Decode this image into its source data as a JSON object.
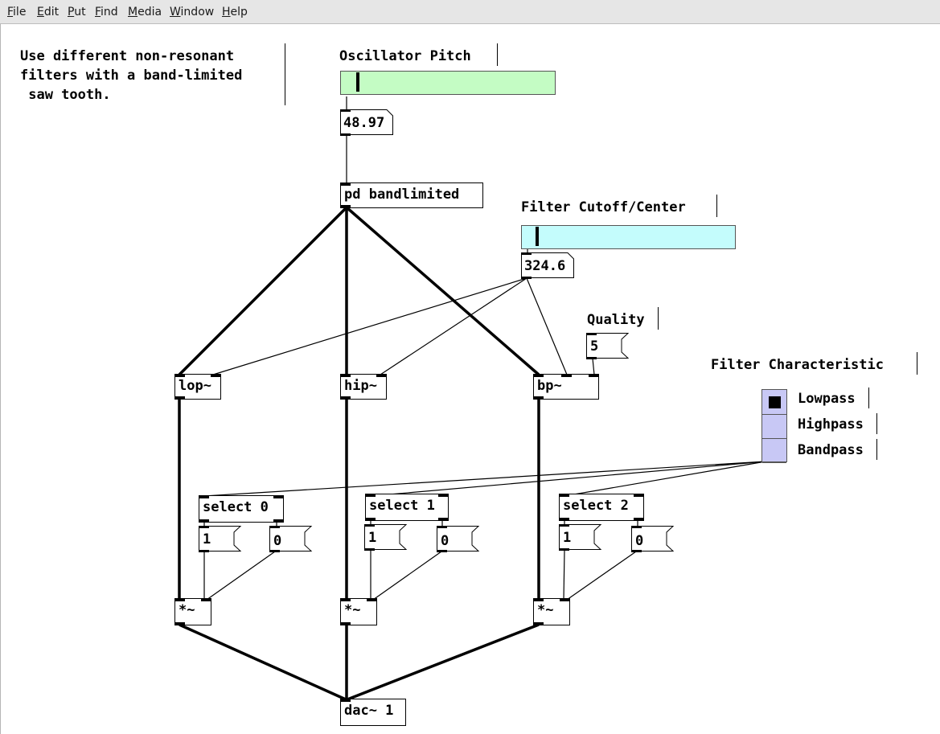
{
  "menubar": {
    "items": [
      "File",
      "Edit",
      "Put",
      "Find",
      "Media",
      "Window",
      "Help"
    ]
  },
  "patch": {
    "comment_intro": "Use different non-resonant\nfilters with a band-limited\n saw tooth.",
    "comment_pitch": "Oscillator Pitch",
    "comment_cutoff": "Filter Cutoff/Center",
    "comment_quality": "Quality",
    "comment_characteristic": "Filter Characteristic",
    "pitch_number": "48.97",
    "cutoff_number": "324.6",
    "quality_message": "5",
    "pitch_slider": {
      "value_fraction": 0.03,
      "color": "#c4fcc4"
    },
    "cutoff_slider": {
      "value_fraction": 0.02,
      "color": "#c4fcfc"
    },
    "objects": {
      "pd_bandlimited": "pd bandlimited",
      "lop": "lop~",
      "hip": "hip~",
      "bp": "bp~",
      "select0": "select 0",
      "select1": "select 1",
      "select2": "select 2",
      "mul0": "*~",
      "mul1": "*~",
      "mul2": "*~",
      "dac": "dac~ 1"
    },
    "messages": {
      "on0": "1",
      "off0": "0",
      "on1": "1",
      "off1": "0",
      "on2": "1",
      "off2": "0"
    },
    "radio": {
      "options": [
        "Lowpass",
        "Highpass",
        "Bandpass"
      ],
      "selected_index": 0,
      "color": "#c8c8f5"
    }
  }
}
